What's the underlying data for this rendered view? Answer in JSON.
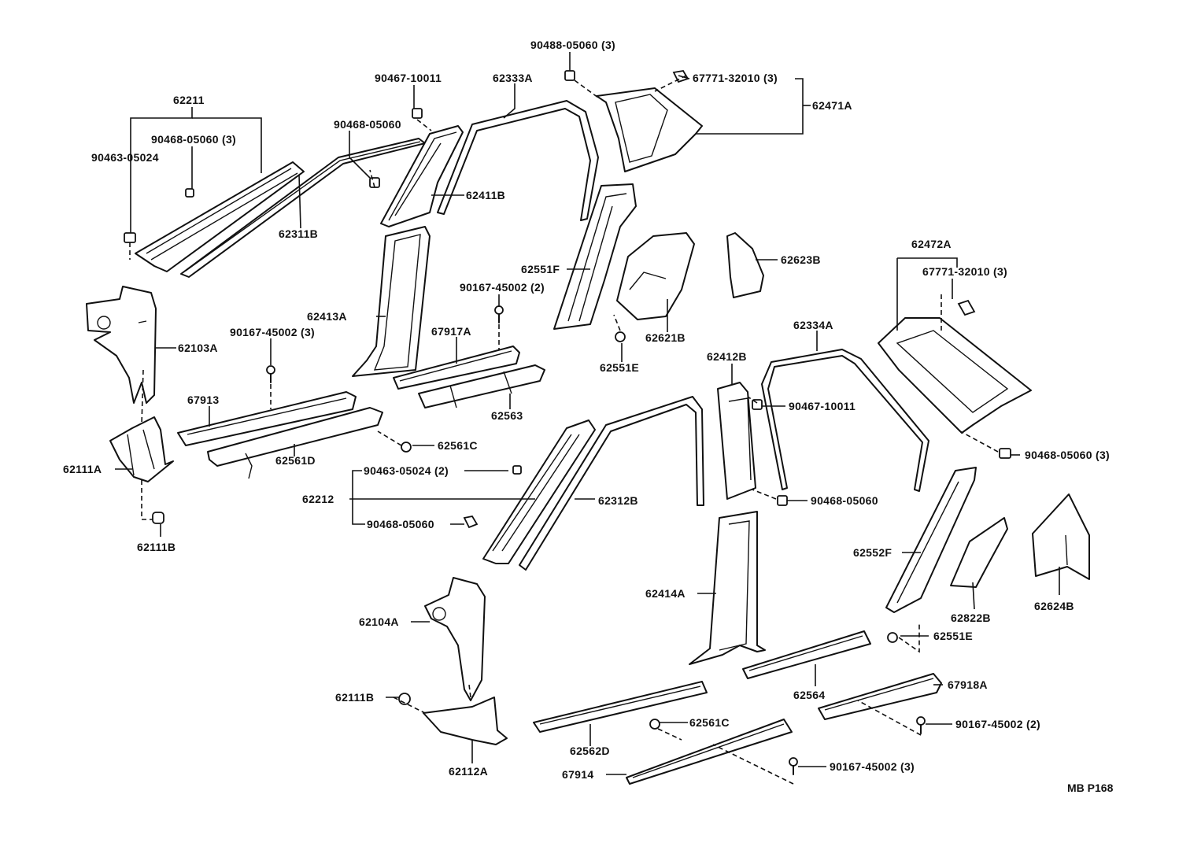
{
  "diagram_code": "MB P168",
  "labels": {
    "l90488_05060_3": "90488-05060 (3)",
    "l90467_10011_a": "90467-10011",
    "l62333A": "62333A",
    "l67771_32010_a": "67771-32010 (3)",
    "l62471A": "62471A",
    "l62211": "62211",
    "l90468_05060_a": "90468-05060",
    "l90468_05060_3a": "90468-05060 (3)",
    "l90463_05024": "90463-05024",
    "l62411B": "62411B",
    "l62311B": "62311B",
    "l62551F": "62551F",
    "l62623B": "62623B",
    "l62472A": "62472A",
    "l67771_32010_b": "67771-32010 (3)",
    "l90167_45002_2a": "90167-45002 (2)",
    "l62413A": "62413A",
    "l62103A": "62103A",
    "l90167_45002_3a": "90167-45002 (3)",
    "l67917A": "67917A",
    "l62621B": "62621B",
    "l62334A": "62334A",
    "l62551E_a": "62551E",
    "l62412B": "62412B",
    "l67913": "67913",
    "l62563": "62563",
    "l90467_10011_b": "90467-10011",
    "l62111A": "62111A",
    "l62561D": "62561D",
    "l62561C_a": "62561C",
    "l90468_05060_3b": "90468-05060 (3)",
    "l90463_05024_2": "90463-05024 (2)",
    "l62212": "62212",
    "l62312B": "62312B",
    "l90468_05060_b": "90468-05060",
    "l90468_05060_c": "90468-05060",
    "l62111B_a": "62111B",
    "l62552F": "62552F",
    "l62624B": "62624B",
    "l62414A": "62414A",
    "l62104A": "62104A",
    "l62822B": "62822B",
    "l62551E_b": "62551E",
    "l62564": "62564",
    "l67918A": "67918A",
    "l62111B_b": "62111B",
    "l62561C_b": "62561C",
    "l90167_45002_2b": "90167-45002 (2)",
    "l62562D": "62562D",
    "l90167_45002_3b": "90167-45002 (3)",
    "l67914": "67914",
    "l62112A": "62112A"
  }
}
